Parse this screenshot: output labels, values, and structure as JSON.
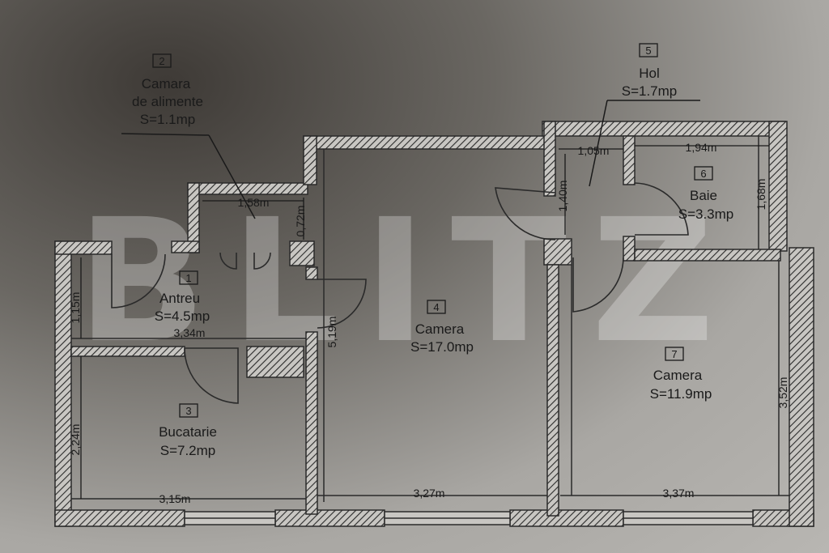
{
  "watermark": "BLITZ",
  "rooms": [
    {
      "id": "1",
      "name": "Antreu",
      "area": "S=4.5mp"
    },
    {
      "id": "2",
      "name_line1": "Camara",
      "name_line2": "de alimente",
      "area": "S=1.1mp"
    },
    {
      "id": "3",
      "name": "Bucatarie",
      "area": "S=7.2mp"
    },
    {
      "id": "4",
      "name": "Camera",
      "area": "S=17.0mp"
    },
    {
      "id": "5",
      "name": "Hol",
      "area": "S=1.7mp"
    },
    {
      "id": "6",
      "name": "Baie",
      "area": "S=3.3mp"
    },
    {
      "id": "7",
      "name": "Camera",
      "area": "S=11.9mp"
    }
  ],
  "dimensions": {
    "camara_width": "1,58m",
    "camara_height": "0,72m",
    "antreu_height": "1,15m",
    "antreu_width": "3,34m",
    "bucatarie_height": "2,24m",
    "bucatarie_width": "3,15m",
    "camera4_height": "5,19m",
    "camera4_width": "3,27m",
    "hol_width": "1,05m",
    "hol_height": "1,40m",
    "baie_width": "1,94m",
    "baie_height": "1,68m",
    "camera7_height": "3,52m",
    "camera7_width": "3,37m"
  },
  "colors": {
    "wall": "#2a2a2a",
    "hatch": "#2a2a2a",
    "paper": "#b8b6b2"
  }
}
